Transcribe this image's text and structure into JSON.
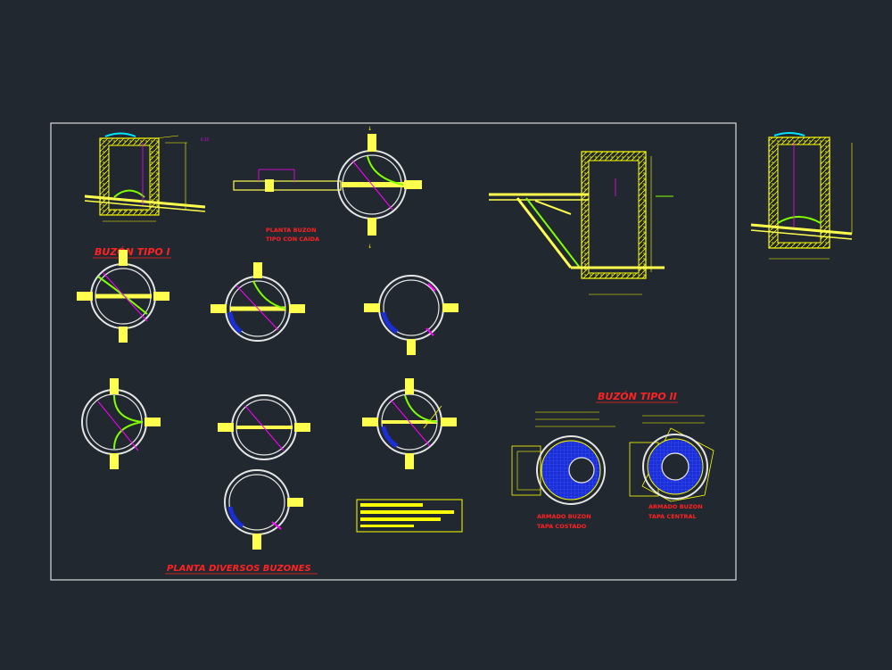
{
  "drawing": {
    "title_buzon_tipo_1": "BUZÓN TIPO I",
    "title_buzon_tipo_2": "BUZÓN TIPO II",
    "title_planta_diversos": "PLANTA DIVERSOS BUZONES",
    "label_planta_buzon_line1": "PLANTA BUZON",
    "label_planta_buzon_line2": "TIPO CON CAIDA",
    "label_armado_tapa_costado_line1": "ARMADO BUZON",
    "label_armado_tapa_costado_line2": "TAPA COSTADO",
    "label_armado_tapa_central_line1": "ARMADO BUZON",
    "label_armado_tapa_central_line2": "TAPA CENTRAL"
  },
  "colors": {
    "background": "#212830",
    "frame": "#dcdcdc",
    "concrete": "#ffff00",
    "pipe": "#ffff4d",
    "flow": "#7fff00",
    "dimension": "#ff00ff",
    "title": "#ff2222",
    "ring": "#e6e6e6",
    "fill_blue": "#1a2fd8",
    "accent_cyan": "#00e5ff"
  }
}
